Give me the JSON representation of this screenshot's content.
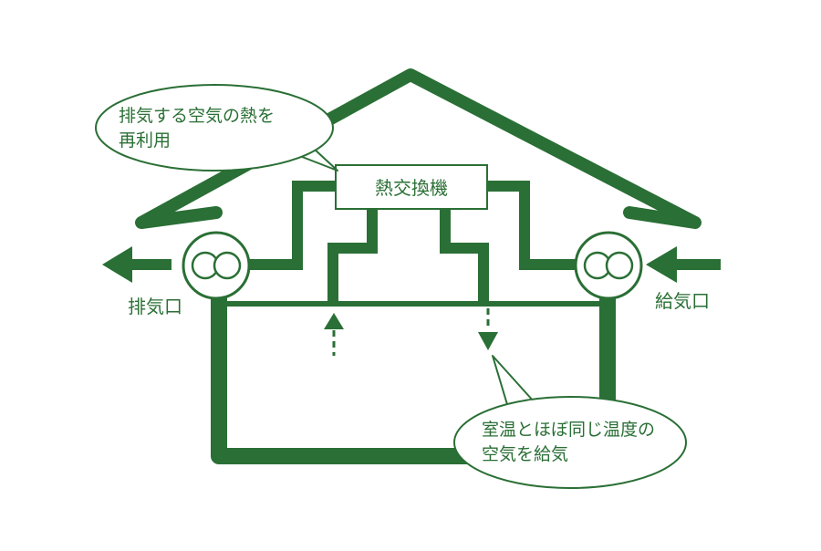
{
  "colors": {
    "primary": "#2a6f35",
    "background": "#ffffff"
  },
  "labels": {
    "heat_exchanger": "熱交換機",
    "exhaust_port": "排気口",
    "supply_port": "給気口"
  },
  "bubbles": {
    "top_left": {
      "line1": "排気する空気の熱を",
      "line2": "再利用"
    },
    "bottom_right": {
      "line1": "室温とほぼ同じ温度の",
      "line2": "空気を給気"
    }
  },
  "icons": {
    "exhaust_arrow": "left-arrow-icon",
    "supply_arrow": "left-arrow-icon",
    "indoor_intake_arrow": "up-arrow-icon",
    "indoor_supply_arrow": "down-arrow-icon",
    "exhaust_fan": "fan-icon",
    "supply_fan": "fan-icon"
  }
}
